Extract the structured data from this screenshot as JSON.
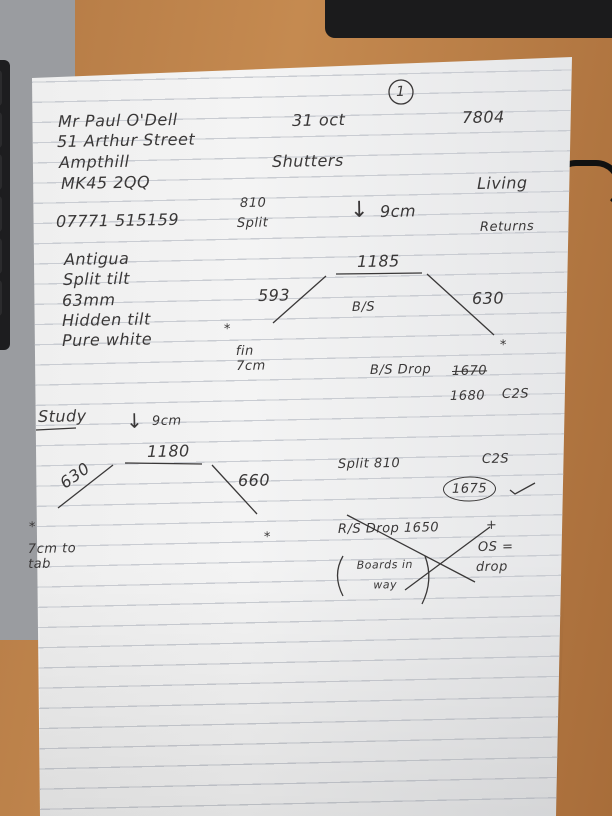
{
  "page_number": "1",
  "customer": {
    "name": "Mr Paul O'Dell",
    "street": "51 Arthur Street",
    "town": "Ampthill",
    "postcode": "MK45 2QQ",
    "phone": "07771 515159"
  },
  "date": "31 oct",
  "job_number": "7804",
  "product": "Shutters",
  "room": "Living",
  "returns": "Returns",
  "spec": [
    "Antigua",
    "Split tilt",
    "63mm",
    "Hidden tilt",
    "Pure white"
  ],
  "living_diagram": {
    "split": "810",
    "split_label": "Split",
    "drop_arrow": "↓",
    "depth": "9cm",
    "top": "1185",
    "left": "593",
    "right": "630",
    "center": "B/S",
    "note": "fin 7cm",
    "bs_drop_label": "B/S Drop",
    "bs_drop_old": "1670",
    "bs_drop_new": "1680",
    "c2s": "C2S"
  },
  "study": {
    "title": "Study",
    "drop_arrow": "↓",
    "depth": "9cm",
    "top": "1180",
    "left": "630",
    "right": "660",
    "note": "7cm to tab",
    "split": "Split 810",
    "c2s": "C2S",
    "circled": "1675",
    "bs_drop": "R/S Drop 1650",
    "plus": "+",
    "os": "OS =",
    "drop": "drop",
    "boards": "Boards in way"
  },
  "marks": [
    "*",
    "*",
    "*",
    "*"
  ]
}
